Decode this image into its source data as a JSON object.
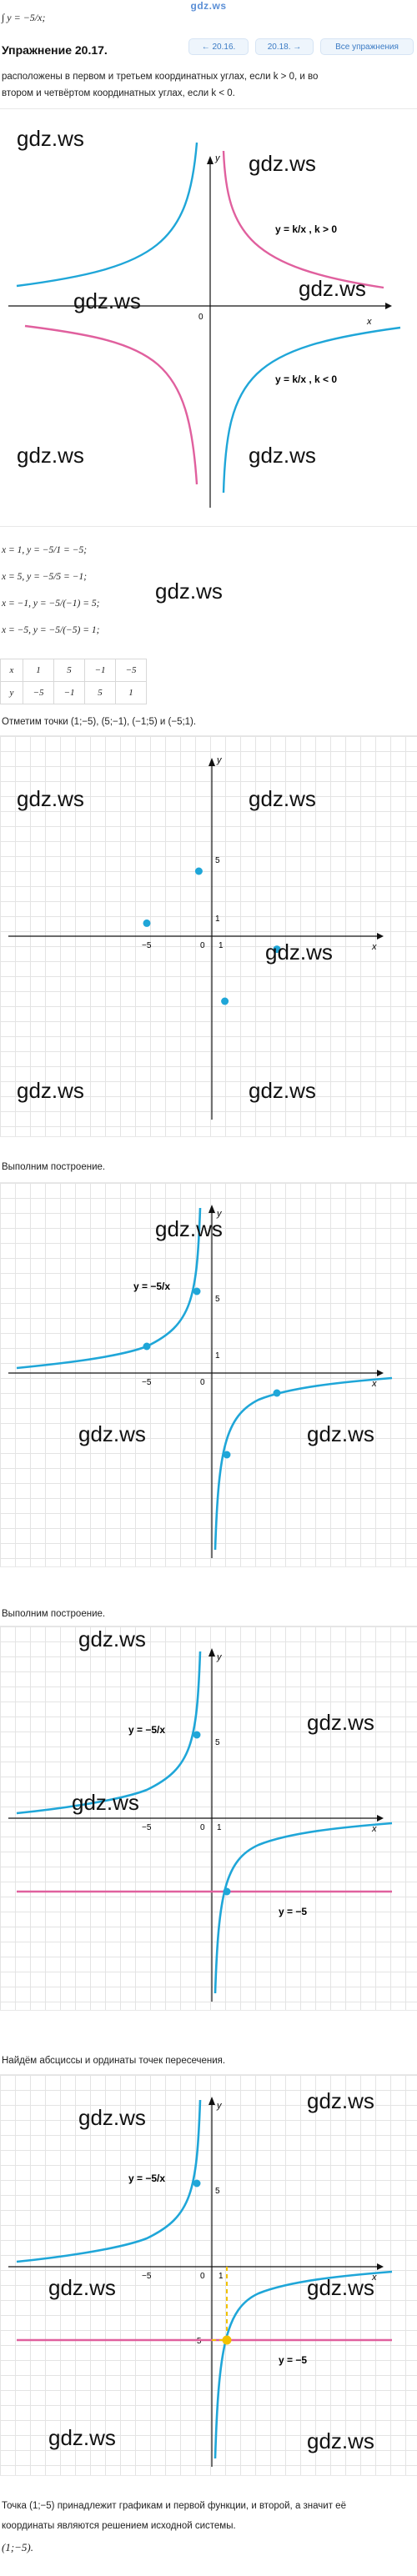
{
  "site": {
    "logo": "gdz.ws"
  },
  "header": {
    "formula_top": "∫   y = −5/x;",
    "title": "Упражнение 20.17.",
    "prev_label": "← 20.16.",
    "next_label": "20.18. →",
    "all_label": "Все упражнения"
  },
  "intro": {
    "line1": "расположены в первом и третьем координатных углах, если k > 0, и во",
    "line2": "втором и четвёртом координатных углах, если k < 0."
  },
  "graph1": {
    "label_pos": "y = k/x , k > 0",
    "label_neg": "y = k/x , k < 0",
    "colors": {
      "positive": "#e0609e",
      "negative": "#1fa6d8"
    }
  },
  "calc": {
    "lines": [
      "x = 1, y = −5/1 = −5;",
      "x = 5, y = −5/5 = −1;",
      "x = −1, y = −5/(−1) = 5;",
      "x = −5, y = −5/(−5) = 1;"
    ],
    "table": {
      "x_label": "x",
      "y_label": "y",
      "x_values": [
        "1",
        "5",
        "−1",
        "−5"
      ],
      "y_values": [
        "−5",
        "−1",
        "5",
        "1"
      ]
    }
  },
  "points_text": "Отметим точки (1;−5), (5;−1), (−1;5) и (−5;1).",
  "points": [
    [
      1,
      -5
    ],
    [
      5,
      -1
    ],
    [
      -1,
      5
    ],
    [
      -5,
      1
    ]
  ],
  "text_build1": "Выполним построение.",
  "text_build2": "Выполним построение.",
  "text_intersections": "Найдём абсциссы и ординаты точек пересечения.",
  "graph_labels": {
    "func": "y = −5/x",
    "line": "y = −5",
    "axis_x": "x",
    "axis_y": "y",
    "tick_neg5": "−5",
    "tick_pos5": "5",
    "tick_1": "1",
    "tick_0": "0",
    "tick_y_neg5": "−5"
  },
  "conclusion": {
    "line1": "Точка (1;−5) принадлежит графикам и первой функции, и второй, а значит её",
    "line2": "координаты являются решением исходной системы.",
    "answer": "(1;−5)."
  },
  "watermarks": {
    "text": "gdz.ws"
  },
  "colors": {
    "accent": "#3c7bc4",
    "curve": "#1fa6d8",
    "line": "#e0609e",
    "dash": "#f2c200"
  }
}
